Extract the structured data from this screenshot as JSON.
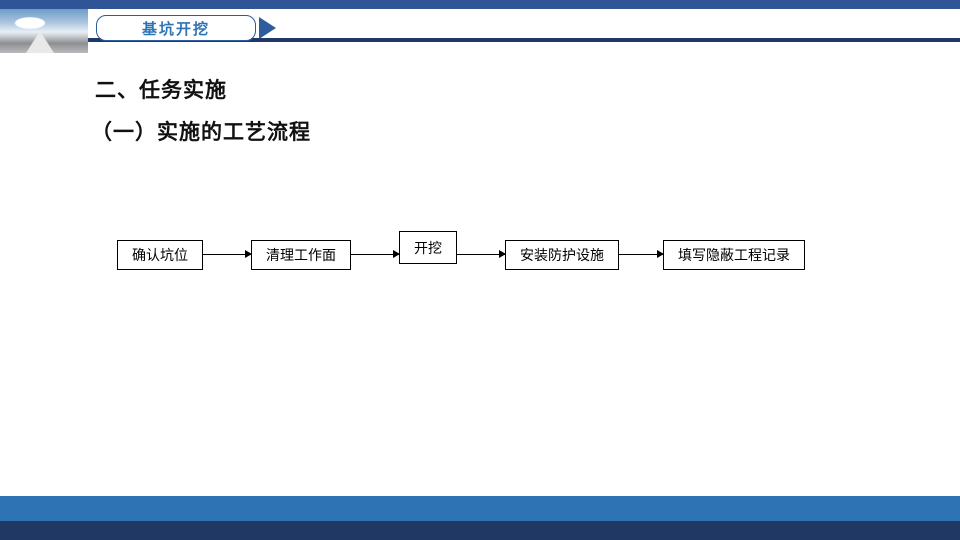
{
  "header": {
    "tab_label": "基坑开挖"
  },
  "content": {
    "section_title": "二、任务实施",
    "subsection_title": "（一）实施的工艺流程"
  },
  "flowchart": {
    "steps": [
      {
        "label": "确认坑位"
      },
      {
        "label": "清理工作面"
      },
      {
        "label": "开挖"
      },
      {
        "label": "安装防护设施"
      },
      {
        "label": "填写隐蔽工程记录"
      }
    ]
  },
  "colors": {
    "top_bar": "#2f5597",
    "accent_line": "#1f3864",
    "tab_text": "#2e74b5",
    "footer_bar_light": "#2e74b5",
    "footer_bar_dark": "#203864",
    "flow_box_border": "#000000"
  }
}
